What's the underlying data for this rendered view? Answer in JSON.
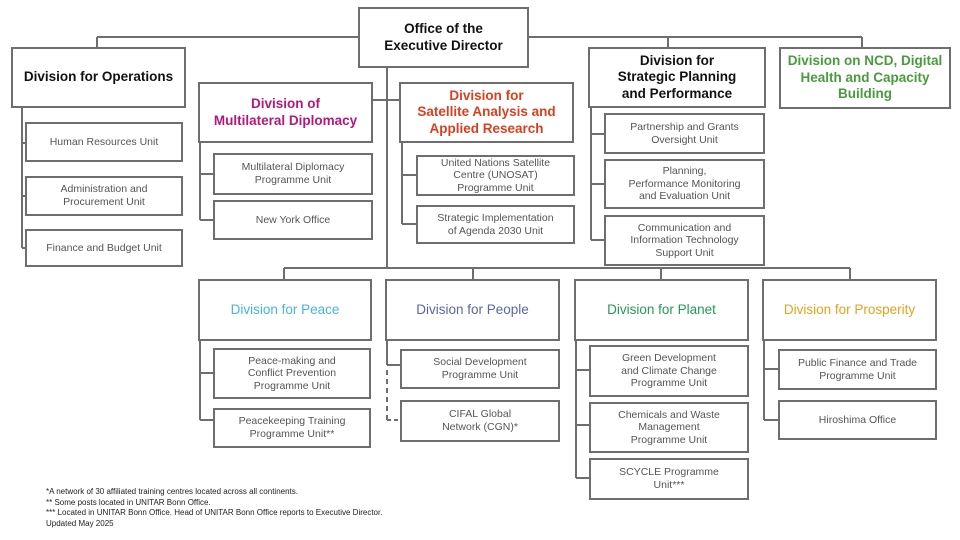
{
  "chart": {
    "executive": "Office of the\nExecutive Director",
    "divisions": {
      "operations": {
        "label": "Division for Operations",
        "color": "#111111"
      },
      "multilateral": {
        "label": "Division of\nMultilateral Diplomacy",
        "color": "#b5177e"
      },
      "satellite": {
        "label": "Division for\nSatellite Analysis and\nApplied Research",
        "color": "#d9401f"
      },
      "strategic": {
        "label": "Division for\nStrategic Planning\nand Performance",
        "color": "#111111"
      },
      "ncd": {
        "label": "Division on NCD, Digital\nHealth and Capacity\nBuilding",
        "color": "#4a9a3e"
      },
      "peace": {
        "label": "Division for Peace",
        "color": "#44b6dc"
      },
      "people": {
        "label": "Division for People",
        "color": "#5b67a6"
      },
      "planet": {
        "label": "Division for Planet",
        "color": "#249a55"
      },
      "prosperity": {
        "label": "Division for Prosperity",
        "color": "#e4a31e"
      }
    },
    "units": {
      "hr": "Human Resources Unit",
      "admin": "Administration and\nProcurement Unit",
      "finance": "Finance and Budget Unit",
      "mdp": "Multilateral Diplomacy\nProgramme Unit",
      "nyo": "New York Office",
      "unosat": "United Nations Satellite\nCentre (UNOSAT)\nProgramme Unit",
      "agenda": "Strategic Implementation\nof Agenda 2030 Unit",
      "partnership": "Partnership and Grants\nOversight Unit",
      "planning": "Planning,\nPerformance Monitoring\nand Evaluation Unit",
      "ict": "Communication and\nInformation Technology\nSupport Unit",
      "peacemaking": "Peace-making and\nConflict Prevention\nProgramme Unit",
      "peacekeeping": "Peacekeeping Training\nProgramme Unit**",
      "social": "Social Development\nProgramme Unit",
      "cifal": "CIFAL Global\nNetwork (CGN)*",
      "green": "Green Development\nand Climate Change\nProgramme Unit",
      "chemicals": "Chemicals and Waste\nManagement\nProgramme Unit",
      "scycle": "SCYCLE Programme\nUnit***",
      "pft": "Public Finance and Trade\nProgramme Unit",
      "hiroshima": "Hiroshima Office"
    }
  },
  "footnotes": {
    "n1": "*A network of 30 affiliated training centres located across all continents.",
    "n2": "** Some posts located in UNITAR Bonn Office.",
    "n3": "*** Located in UNITAR Bonn Office. Head of UNITAR Bonn Office reports to Executive Director.",
    "updated": "Updated May 2025"
  },
  "colors": {
    "line": "#6e6e6e",
    "border": "#6e6e6e"
  }
}
